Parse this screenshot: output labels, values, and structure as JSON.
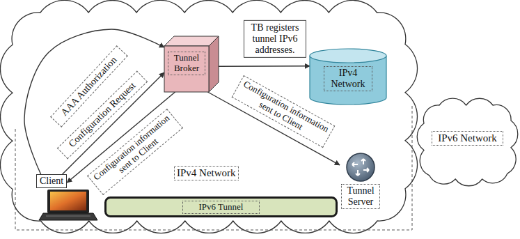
{
  "diagram": {
    "nodes": [
      {
        "text": [
          "IPv4 Network"
        ]
      },
      {
        "text": [
          "Tunnel Broker"
        ],
        "in": 0
      },
      {
        "text": [
          "IPv4 Network"
        ],
        "in": 0
      },
      {
        "text": [
          "Client"
        ],
        "in": 0
      },
      {
        "text": [
          "IPv6 Tunnel"
        ],
        "in": 0
      },
      {
        "text": [
          "Tunnel Server"
        ],
        "in": 0
      },
      {
        "text": [
          "IPv6 Network"
        ]
      }
    ],
    "edges": [
      {
        "from": 3,
        "to": 1,
        "arrow": "to",
        "label": "AAA Authorization"
      },
      {
        "from": 3,
        "to": 1,
        "arrow": "to",
        "label": "Configuration Request"
      },
      {
        "from": 1,
        "to": 3,
        "arrow": "to",
        "label": "Configuration information sent to Client"
      },
      {
        "from": 1,
        "to": 2,
        "arrow": "to",
        "label": "TB registers tunnel IPv6 addresses."
      },
      {
        "from": 1,
        "to": 5,
        "arrow": "to",
        "label": "Configuration information sent to Client"
      }
    ]
  }
}
